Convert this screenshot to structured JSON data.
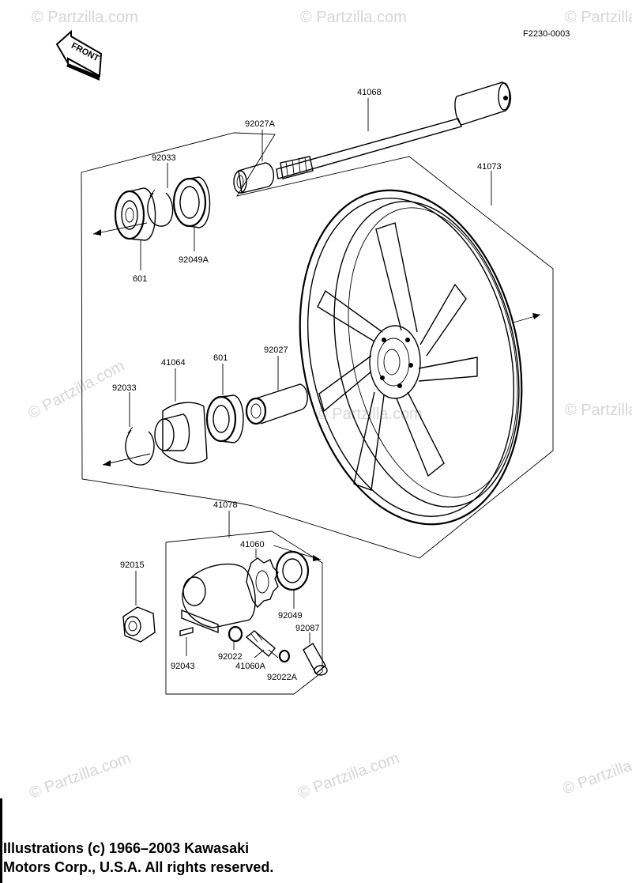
{
  "diagram_code": "F2230-0003",
  "front_label": "FRONT",
  "watermark_text": "© Partzilla.com",
  "copyright_line1": "Illustrations (c) 1966–2003 Kawasaki",
  "copyright_line2": "Motors Corp., U.S.A.  All rights reserved.",
  "parts": {
    "axle": "41068",
    "collar_a": "92027A",
    "wheel": "41073",
    "circlip_top": "92033",
    "oil_seal_top": "92049A",
    "bearing_top": "601",
    "gear_housing_plate": "41064",
    "bearing_mid": "601",
    "collar_mid": "92027",
    "circlip_mid": "92033",
    "speedo_gear_assy": "41078",
    "speedo_gear": "41060",
    "nut": "92015",
    "oil_seal_bottom": "92049",
    "bushing": "92087",
    "washer": "92022",
    "pin": "92043",
    "pinion": "41060A",
    "washer_a": "92022A"
  },
  "colors": {
    "line": "#000000",
    "watermark": "#d6d6d6",
    "background": "#ffffff"
  }
}
